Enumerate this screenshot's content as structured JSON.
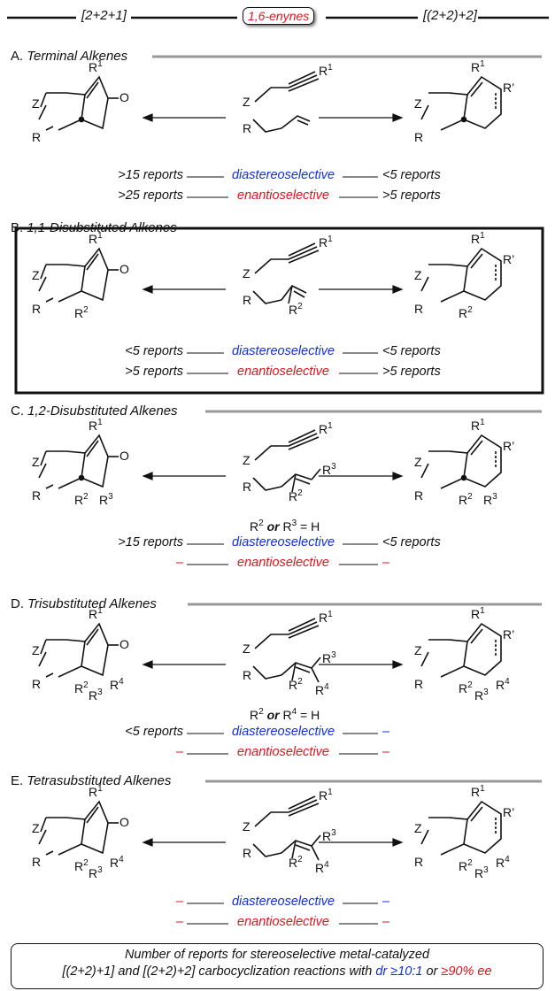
{
  "header": {
    "left_label": "[2+2+1]",
    "center_label": "1,6-enynes",
    "right_label": "[(2+2)+2]"
  },
  "sections": [
    {
      "letter": "A.",
      "title": "Terminal Alkenes",
      "rows": [
        {
          "left": ">15 reports",
          "mid": "diastereoselective",
          "right": "<5 reports"
        },
        {
          "left": ">25 reports",
          "mid": "enantioselective",
          "right": ">5 reports"
        }
      ]
    },
    {
      "letter": "B.",
      "title": "1,1-Disubstituted Alkenes",
      "rows": [
        {
          "left": "<5 reports",
          "mid": "diastereoselective",
          "right": "<5 reports"
        },
        {
          "left": ">5 reports",
          "mid": "enantioselective",
          "right": ">5 reports"
        }
      ]
    },
    {
      "letter": "C.",
      "title": "1,2-Disubstituted Alkenes",
      "condition": "= H",
      "rows": [
        {
          "left": ">15 reports",
          "mid": "diastereoselective",
          "right": "<5 reports"
        },
        {
          "left": "–",
          "mid": "enantioselective",
          "right": "–"
        }
      ]
    },
    {
      "letter": "D.",
      "title": "Trisubstituted Alkenes",
      "condition": "= H",
      "rows": [
        {
          "left": "<5 reports",
          "mid": "diastereoselective",
          "right": "–"
        },
        {
          "left": "–",
          "mid": "enantioselective",
          "right": "–"
        }
      ]
    },
    {
      "letter": "E.",
      "title": "Tetrasubstituted Alkenes",
      "rows": [
        {
          "left": "–",
          "mid": "diastereoselective",
          "right": "–"
        },
        {
          "left": "–",
          "mid": "enantioselective",
          "right": "–"
        }
      ]
    }
  ],
  "atoms": {
    "z": "Z",
    "r": "R",
    "o": "O",
    "or": "or",
    "prime": "R’",
    "one": "1",
    "two": "2",
    "three": "3",
    "four": "4"
  },
  "footer": {
    "line1": "Number of reports for stereoselective metal-catalyzed",
    "line2_prefix": "[(2+2)+1] and [(2+2)+2] carbocyclization reactions with",
    "dr": "dr ≥10:1",
    "or": "or",
    "ee": "≥90% ee"
  },
  "colors": {
    "blue": "#1030e0",
    "red": "#e0141e",
    "rule": "#999999"
  }
}
